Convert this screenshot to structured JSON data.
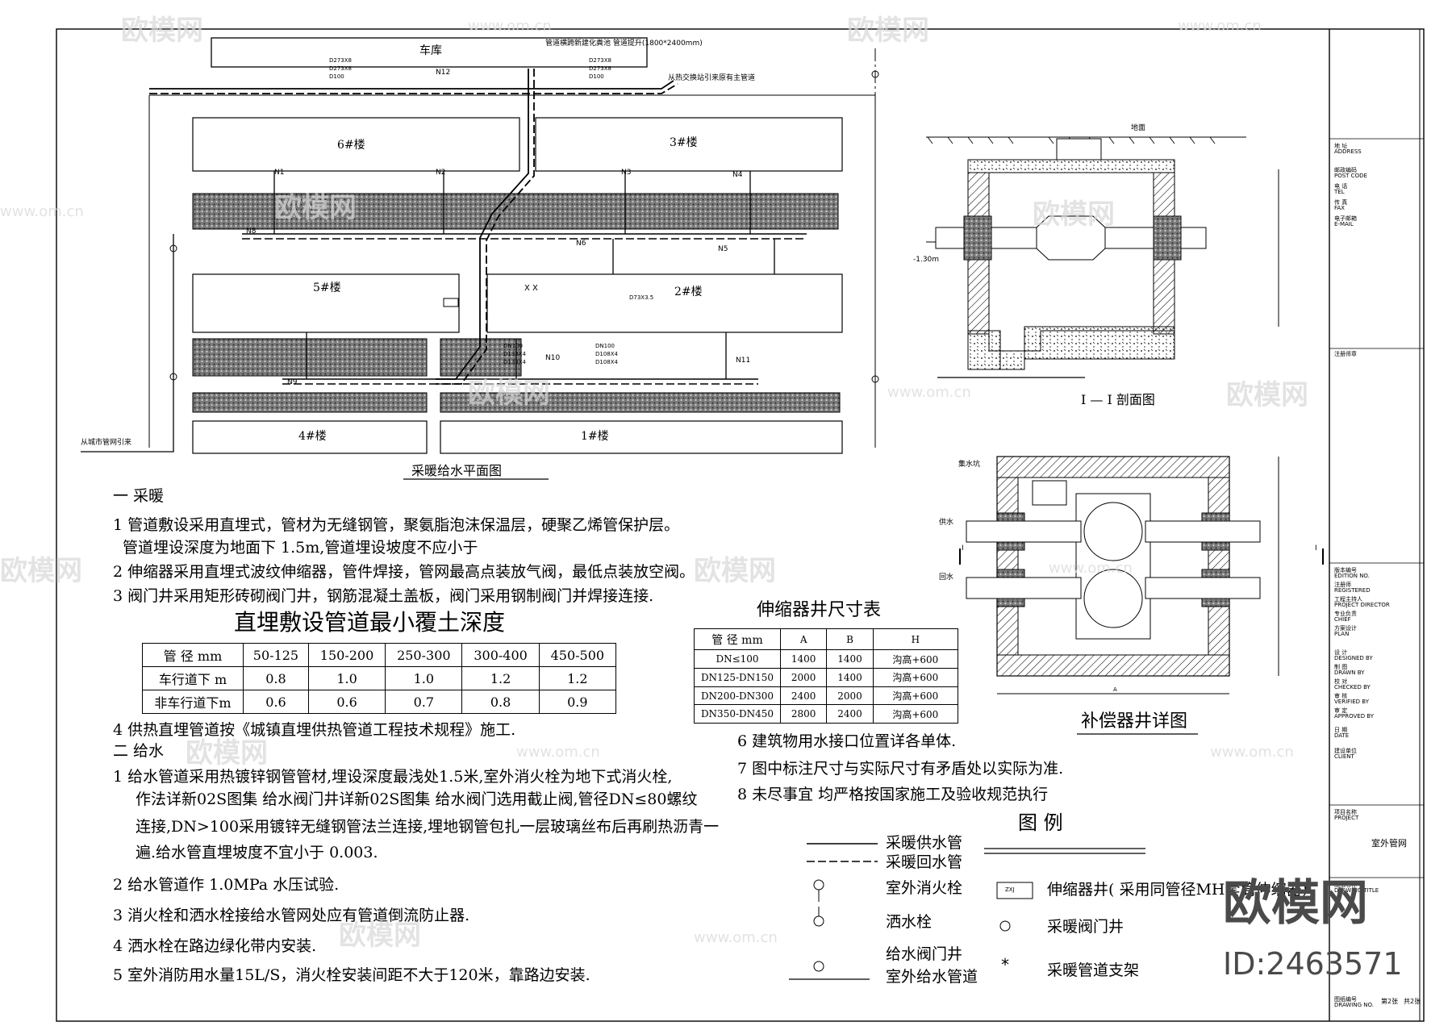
{
  "plan": {
    "title": "采暖给水平面图",
    "garage": "车库",
    "buildings": [
      "6#楼",
      "3#楼",
      "5#楼",
      "2#楼",
      "4#楼",
      "1#楼"
    ],
    "nodes": [
      "N1",
      "N2",
      "N3",
      "N4",
      "N5",
      "N6",
      "N8",
      "N9",
      "N10",
      "N11",
      "N12"
    ],
    "from_heat_station": "从热交换站引来原有主管道",
    "from_city": "从城市管网引来",
    "pipe_tags": [
      "D273X8",
      "D273X8",
      "D100",
      "D273X8",
      "D273X8",
      "D100",
      "DN100",
      "D133X4",
      "D133X4",
      "DN100",
      "D108X4",
      "D108X4",
      "D73X3.5"
    ],
    "well_note": "管道横跨新建化粪池  管道提升(1800*2400mm)"
  },
  "section": {
    "title": "I — I 剖面图",
    "ground": "地面",
    "depth": "-1.30m"
  },
  "detail": {
    "title": "补偿器井详图",
    "labels": [
      "集水坑",
      "供水",
      "回水"
    ],
    "mark": "I",
    "dim_a": "A"
  },
  "notes": {
    "h1": "一 采暖",
    "heating": [
      "1 管道敷设采用直埋式，管材为无缝钢管，聚氨脂泡沫保温层，硬聚乙烯管保护层。",
      "管道埋设深度为地面下 1.5m,管道埋设坡度不应小于",
      "2 伸缩器采用直埋式波纹伸缩器，管件焊接，管网最高点装放气阀，最低点装放空阀。",
      "3 阀门井采用矩形砖砌阀门井，钢筋混凝土盖板，阀门采用钢制阀门并焊接连接."
    ],
    "heating4": "4 供热直埋管道按《城镇直埋供热管道工程技术规程》施工.",
    "h2": "二 给水",
    "water": [
      "1  给水管道采用热镀锌钢管管材,埋设深度最浅处1.5米,室外消火栓为地下式消火栓,",
      "作法详新02S图集   给水阀门井详新02S图集   给水阀门选用截止阀,管径DN≤80螺纹",
      "连接,DN>100采用镀锌无缝钢管法兰连接,埋地钢管包扎一层玻璃丝布后再刷热沥青一",
      "遍.给水管直埋坡度不宜小于 0.003.",
      "2  给水管道作 1.0MPa 水压试验.",
      "3  消火栓和洒水栓接给水管网处应有管道倒流防止器.",
      "4  洒水栓在路边绿化带内安装.",
      "5  室外消防用水量15L/S，消火栓安装间距不大于120米，靠路边安装."
    ],
    "extra": [
      "6  建筑物用水接口位置详各单体.",
      "7  图中标注尺寸与实际尺寸有矛盾处以实际为准.",
      "8  未尽事宜 均严格按国家施工及验收规范执行"
    ]
  },
  "cover_table": {
    "title": "直埋敷设管道最小覆土深度",
    "header": [
      "管  径     mm",
      "50-125",
      "150-200",
      "250-300",
      "300-400",
      "450-500"
    ],
    "rows": [
      [
        "车行道下   m",
        "0.8",
        "1.0",
        "1.0",
        "1.2",
        "1.2"
      ],
      [
        "非车行道下m",
        "0.6",
        "0.6",
        "0.7",
        "0.8",
        "0.9"
      ]
    ]
  },
  "well_table": {
    "title": "伸缩器井尺寸表",
    "header": [
      "管  径   mm",
      "A",
      "B",
      "H"
    ],
    "rows": [
      [
        "DN≤100",
        "1400",
        "1400",
        "沟高+600"
      ],
      [
        "DN125-DN150",
        "2000",
        "1400",
        "沟高+600"
      ],
      [
        "DN200-DN300",
        "2400",
        "2000",
        "沟高+600"
      ],
      [
        "DN350-DN450",
        "2800",
        "2400",
        "沟高+600"
      ]
    ]
  },
  "legend": {
    "title": "图 例",
    "items": [
      "采暖供水管",
      "采暖回水管",
      "室外消火栓",
      "洒水栓",
      "给水阀门井",
      "室外给水管道"
    ],
    "items_right": [
      "伸缩器井( 采用同管径MH套筒伸缩器)",
      "采暖阀门井",
      "采暖管道支架"
    ],
    "box_label": "ZXJ"
  },
  "title_block": {
    "labels": [
      "地  址",
      "ADDRESS",
      "邮政编码",
      "POST CODE",
      "电  话",
      "TEL",
      "传  真",
      "FAX",
      "电子邮箱",
      "E-MAIL",
      "注册师章",
      "版本编号",
      "EDITION NO.",
      "注册师",
      "REGISTERED",
      "工程主持人",
      "PROJECT DIRECTOR",
      "专业负责",
      "CHIEF",
      "方案设计",
      "PLAN",
      "设  计",
      "DESIGNED BY",
      "制  图",
      "DRAWN BY",
      "校  对",
      "CHECKED BY",
      "审  核",
      "VERIFIED BY",
      "审  定",
      "APPROVED BY",
      "日  期",
      "DATE",
      "建设单位",
      "CLIENT",
      "项目名称",
      "PROJECT",
      "图纸名称",
      "DRAWING TITLE",
      "图纸编号",
      "DRAWING NO."
    ],
    "drawing_title": "室外管网",
    "sheet": "第2张",
    "total": "共2张"
  },
  "watermark": {
    "brand": "欧模网",
    "site": "www.om.cn",
    "id": "ID:2463571"
  }
}
